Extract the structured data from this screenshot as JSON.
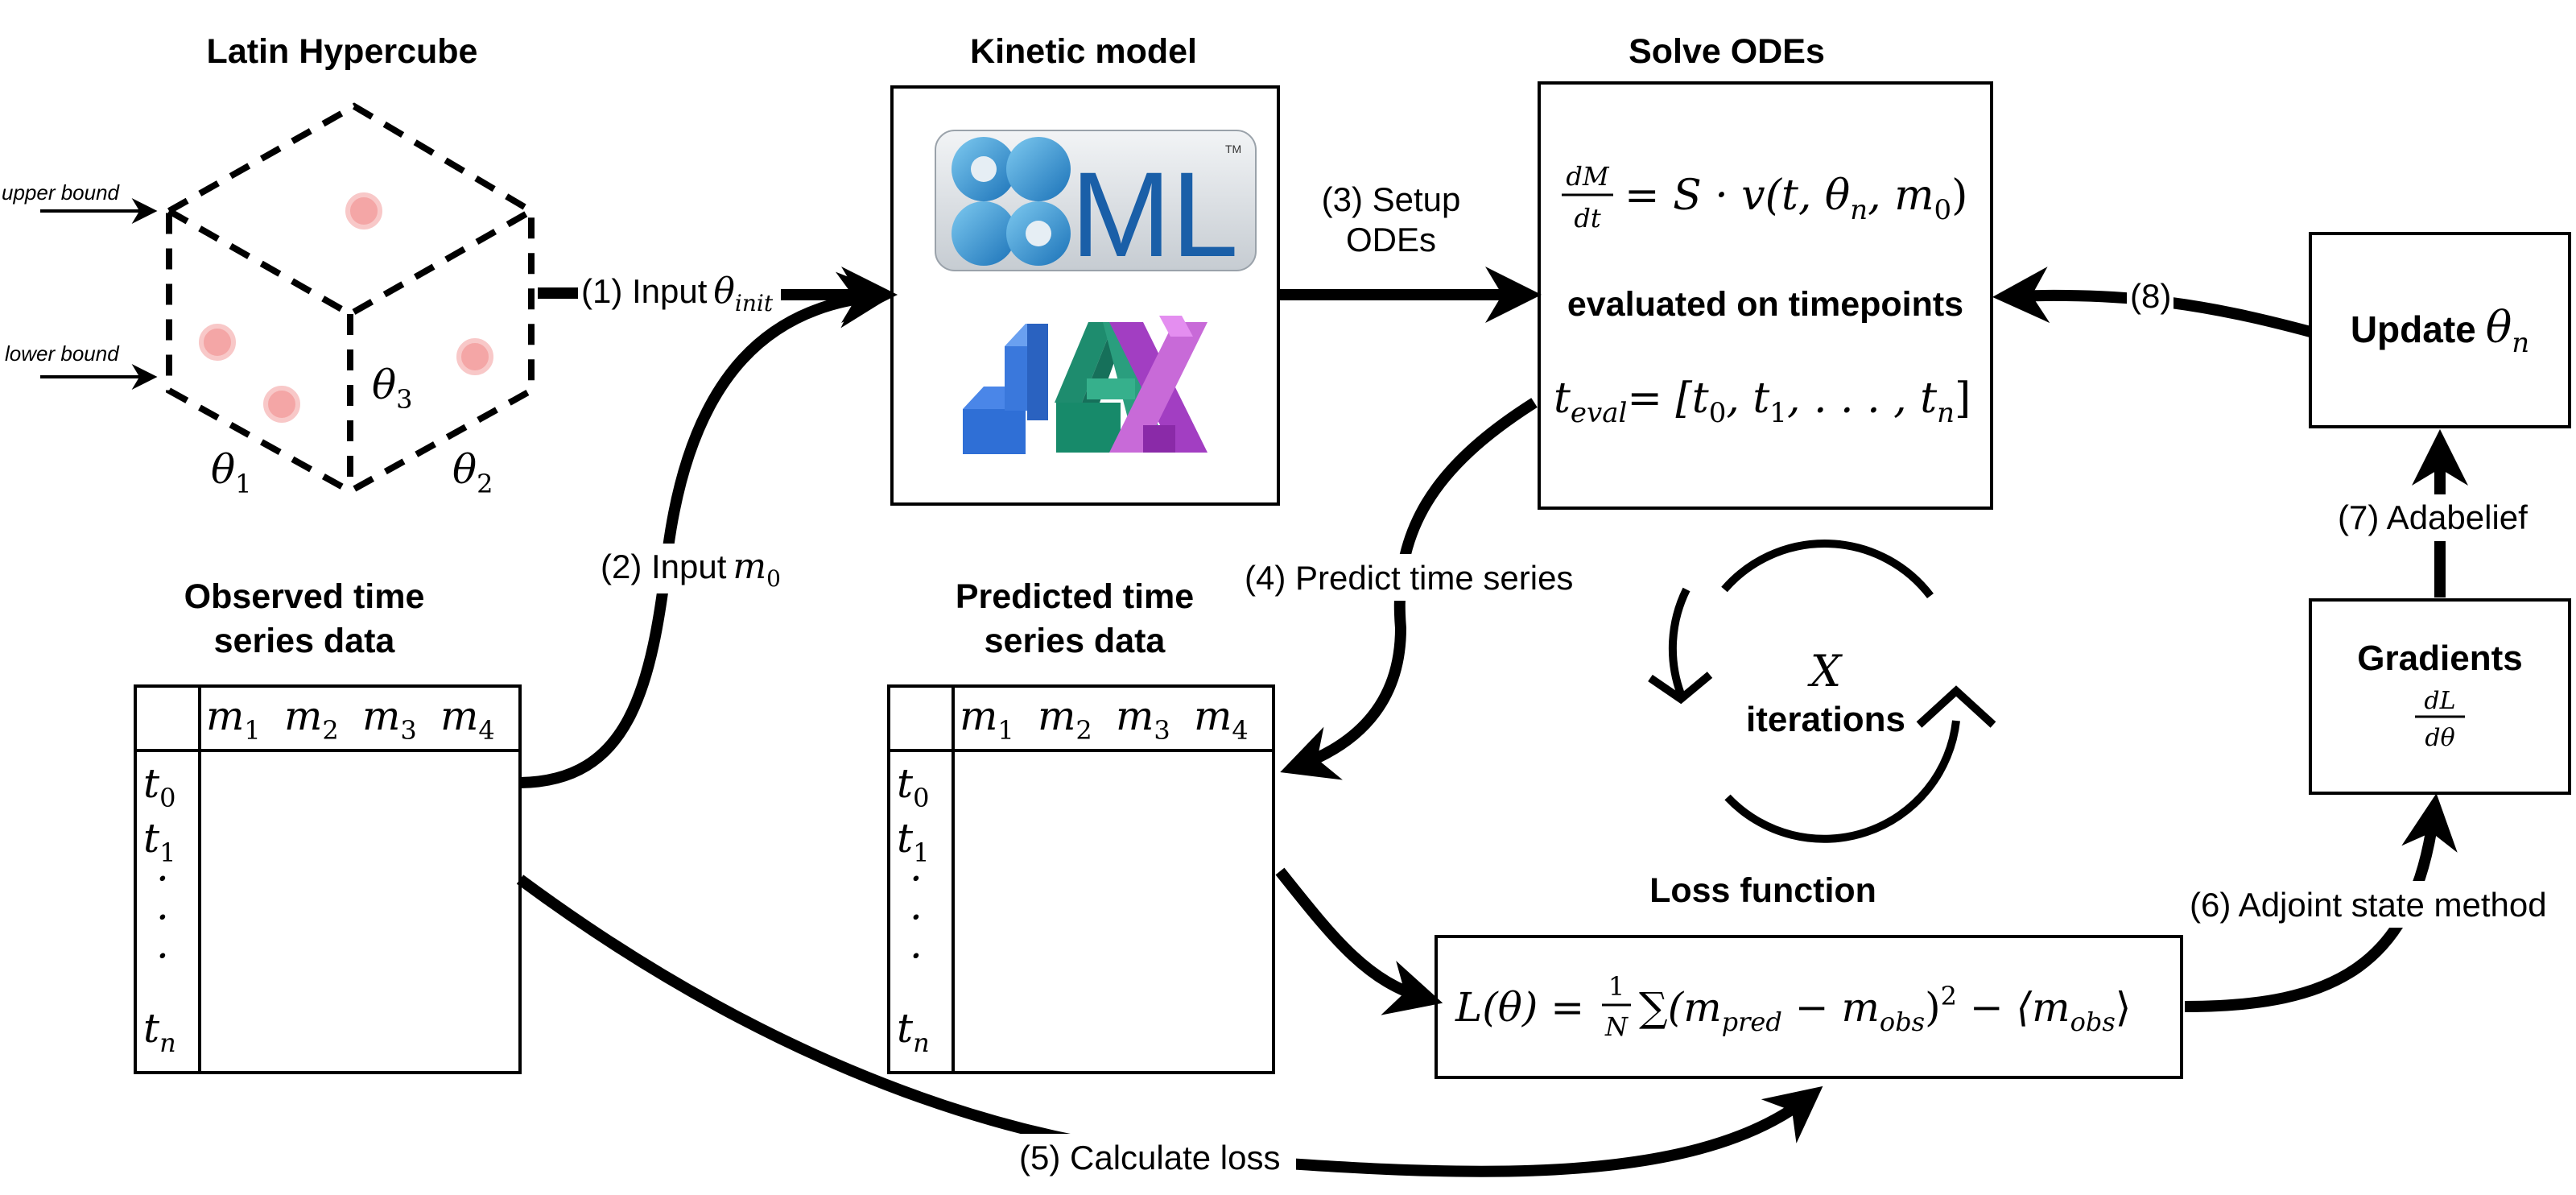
{
  "titles": {
    "latin_hypercube": "Latin Hypercube",
    "kinetic_model": "Kinetic model",
    "solve_odes": "Solve ODEs",
    "observed_line1": "Observed time",
    "observed_line2": "series data",
    "predicted_line1": "Predicted time",
    "predicted_line2": "series data",
    "loss_function": "Loss function"
  },
  "hypercube": {
    "upper_bound": "upper bound",
    "lower_bound": "lower bound",
    "axis_1": "θ",
    "axis_1_sub": "1",
    "axis_2": "θ",
    "axis_2_sub": "2",
    "axis_3": "θ",
    "axis_3_sub": "3",
    "sample_color": "#f4a6a6"
  },
  "logos": {
    "sbml": "SBML",
    "sbml_tm": "TM"
  },
  "steps": {
    "s1": "(1) Input",
    "s1_sym": "θ",
    "s1_sub": "init",
    "s2": "(2) Input",
    "s2_sym": "m",
    "s2_sub": "0",
    "s3_line1": "(3) Setup",
    "s3_line2": "ODEs",
    "s4": "(4) Predict time series",
    "s5": "(5) Calculate loss",
    "s6": "(6) Adjoint state method",
    "s7": "(7) Adabelief",
    "s8": "(8)"
  },
  "ode": {
    "frac_num": "dM",
    "frac_den": "dt",
    "equation": "= S · v(t, θ",
    "eq_sub_n": "n",
    "eq_mid": ", m",
    "eq_sub_0": "0",
    "eq_end": ")",
    "evaluated": "evaluated on timepoints",
    "teval_t": "t",
    "teval_sub": "eval",
    "teval_eq": "= [t",
    "teval_s0": "0",
    "teval_c1": ", t",
    "teval_s1": "1",
    "teval_dots": ", . . . , t",
    "teval_sn": "n",
    "teval_end": "]"
  },
  "table": {
    "columns": [
      "m",
      "m",
      "m",
      "m"
    ],
    "column_subs": [
      "1",
      "2",
      "3",
      "4"
    ],
    "rows": [
      "t",
      "t",
      "·",
      "·",
      "·",
      "t"
    ],
    "row_subs": [
      "0",
      "1",
      "",
      "",
      "",
      "n"
    ]
  },
  "iterations": {
    "symbol": "X",
    "label": "iterations"
  },
  "loss": {
    "lhs": "L(θ) =",
    "frac_num": "1",
    "frac_den": "N",
    "sum": "∑(m",
    "sub_pred": "pred",
    "minus": " − m",
    "sub_obs": "obs",
    "close": ")",
    "sq": "2",
    "tail": " − ⟨m",
    "tail_sub": "obs",
    "tail_close": "⟩"
  },
  "gradients": {
    "title": "Gradients",
    "frac_num": "dL",
    "frac_den": "dθ"
  },
  "update": {
    "title": "Update",
    "sym": "θ",
    "sub": "n"
  }
}
